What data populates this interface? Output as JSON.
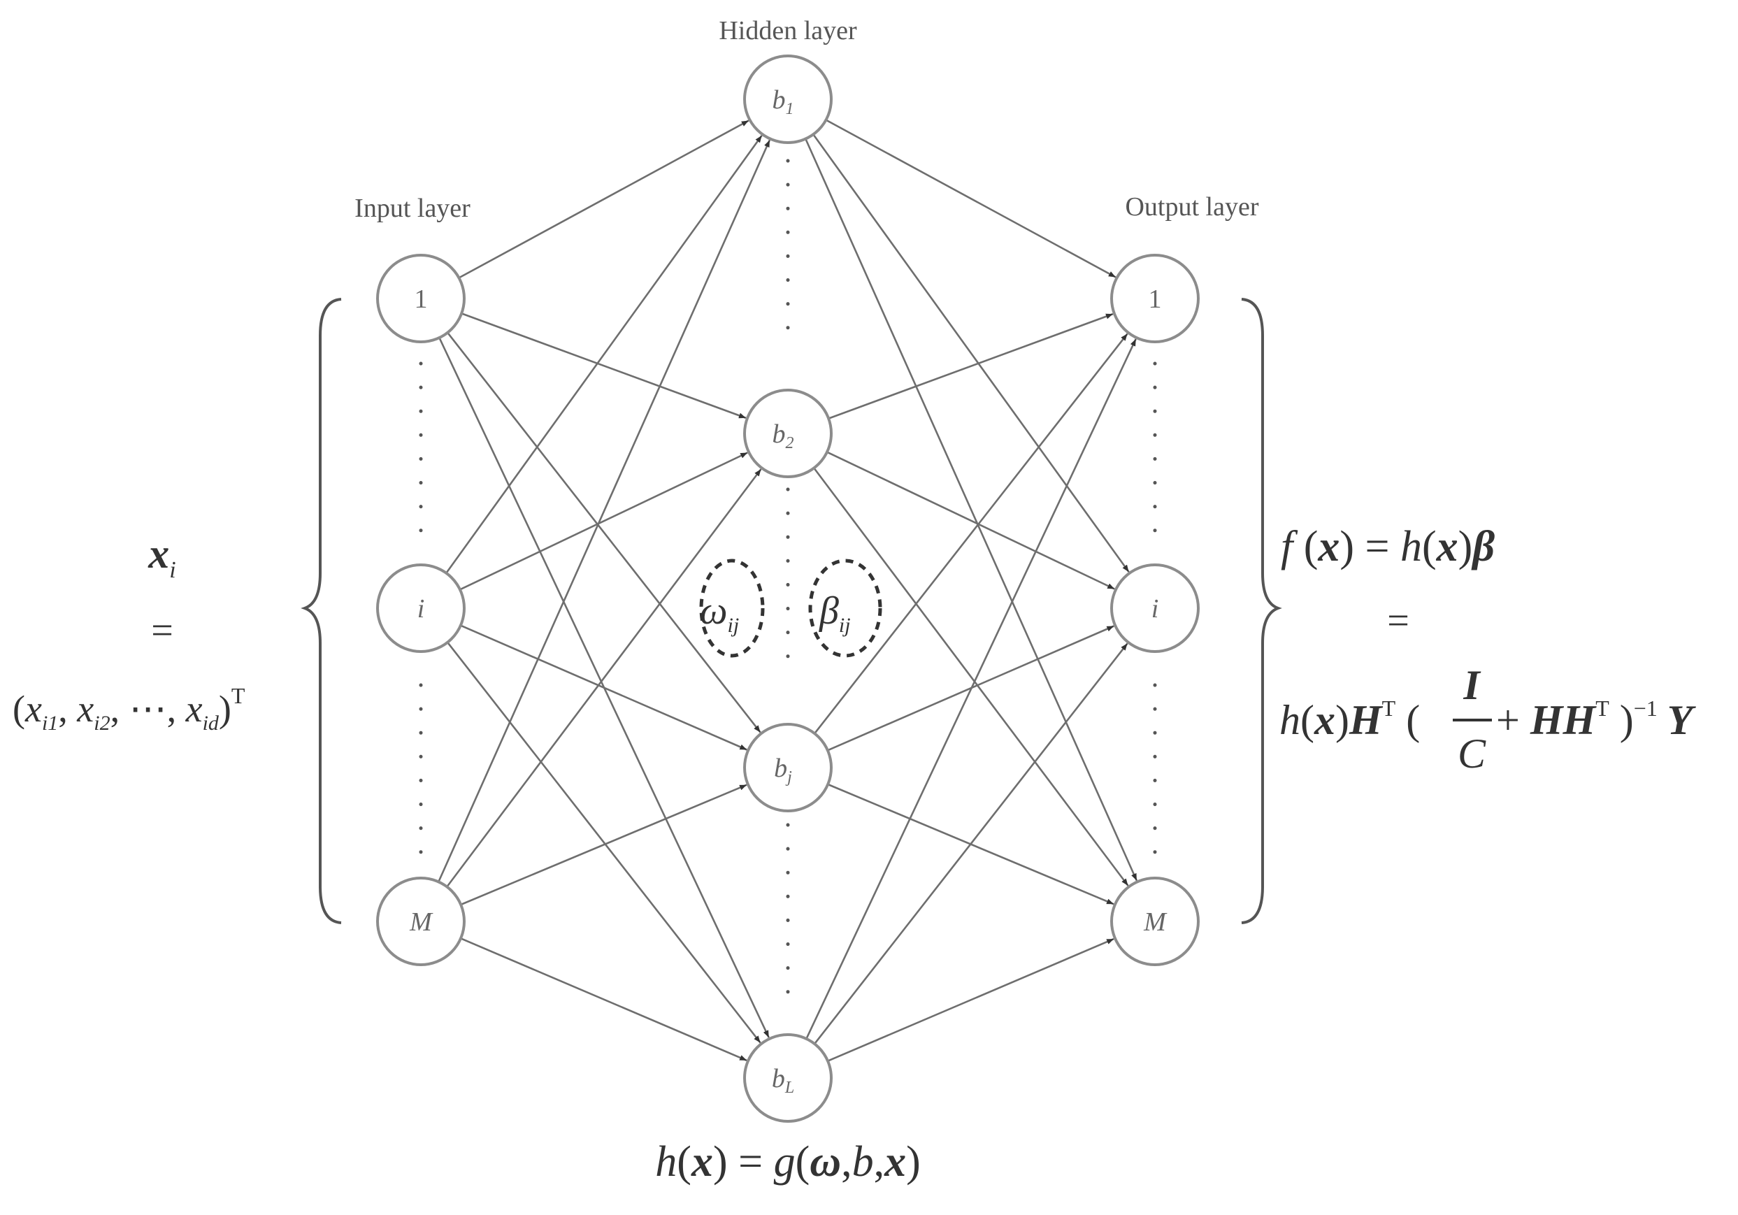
{
  "layers": {
    "input": {
      "title": "Input layer",
      "nodes": [
        "1",
        "i",
        "M"
      ]
    },
    "hidden": {
      "title": "Hidden layer",
      "nodes": [
        "b1",
        "b2",
        "bj",
        "bL"
      ]
    },
    "output": {
      "title": "Output layer",
      "nodes": [
        "1",
        "i",
        "M"
      ]
    }
  },
  "weights": {
    "omega": "ωij",
    "beta": "βij"
  },
  "input_vector": {
    "name": "xi",
    "equals": "=",
    "tuple": "(xi1, xi2, ⋯, xid)T"
  },
  "hidden_function": "h(x) = g(ω,b,x)",
  "output_function": {
    "line1": "f(x) = h(x)β",
    "equals": "=",
    "line2": "h(x)HT(I/C + HHT)−1Y"
  }
}
